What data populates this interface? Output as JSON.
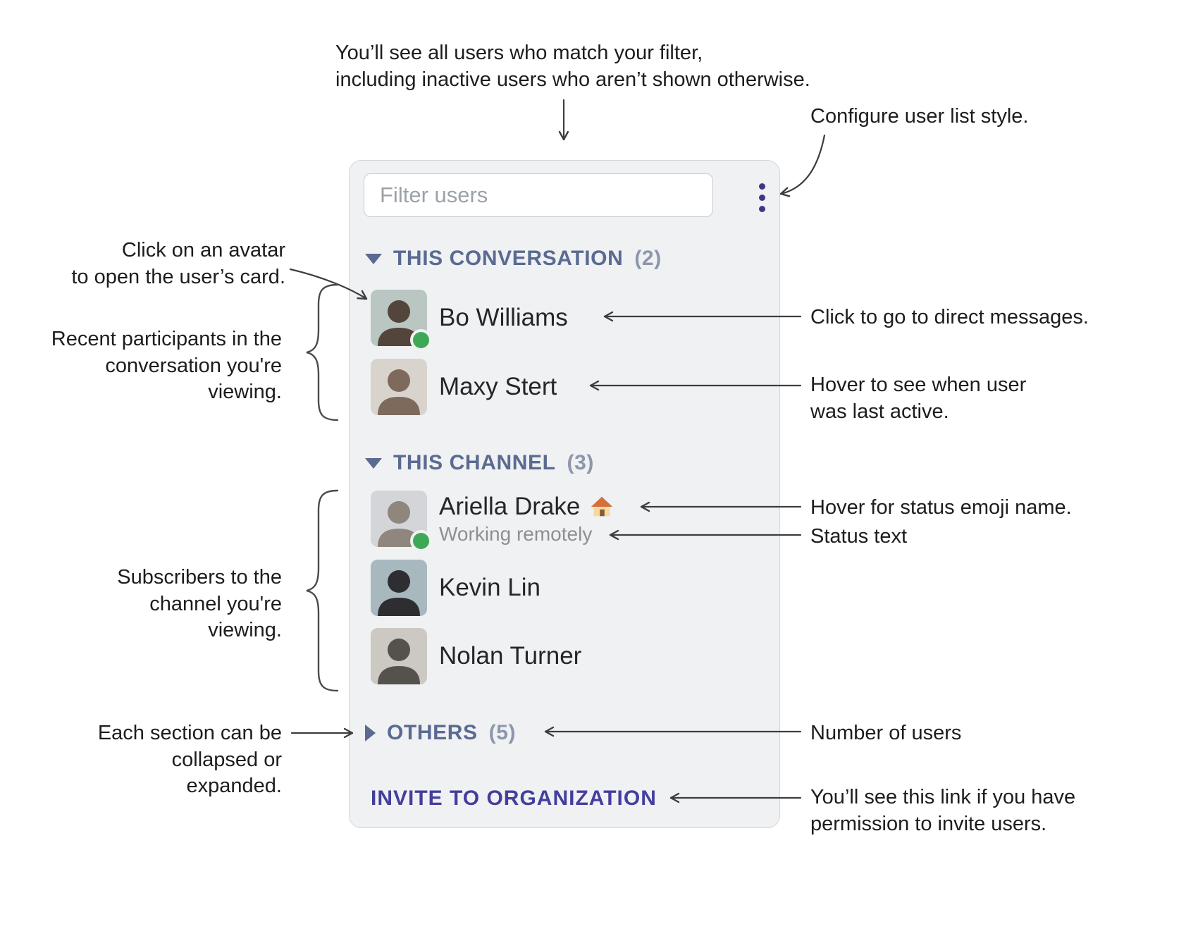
{
  "panel": {
    "filter_placeholder": "Filter users",
    "sections": [
      {
        "label": "THIS CONVERSATION",
        "count": "(2)"
      },
      {
        "label": "THIS CHANNEL",
        "count": "(3)"
      },
      {
        "label": "OTHERS",
        "count": "(5)"
      }
    ],
    "users": [
      {
        "name": "Bo Williams",
        "presence": "online"
      },
      {
        "name": "Maxy Stert",
        "presence": "none"
      },
      {
        "name": "Ariella Drake",
        "presence": "online",
        "status_emoji": "🏠",
        "status_text": "Working remotely"
      },
      {
        "name": "Kevin Lin",
        "presence": "none"
      },
      {
        "name": "Nolan Turner",
        "presence": "none"
      }
    ],
    "invite_link": "INVITE TO ORGANIZATION"
  },
  "annotations": {
    "top_note": {
      "line1": "You’ll see all users who match your filter,",
      "line2": "including inactive users who aren’t shown otherwise."
    },
    "configure_note": "Configure user list style.",
    "avatar_note": {
      "line1": "Click on an avatar",
      "line2": "to open the user’s card."
    },
    "recent_note": {
      "line1": "Recent participants in the",
      "line2": "conversation you're viewing."
    },
    "subscribers_note": {
      "line1": "Subscribers to the",
      "line2": "channel you're viewing."
    },
    "section_note": {
      "line1": "Each section can be",
      "line2": "collapsed or expanded."
    },
    "dm_note": "Click to go to direct messages.",
    "last_active_note": {
      "line1": "Hover to see when user",
      "line2": "was last active."
    },
    "emoji_note": "Hover for status emoji name.",
    "status_note": "Status text",
    "count_note": "Number of users",
    "invite_note": {
      "line1": "You’ll see this link if you have",
      "line2": "permission to invite users."
    }
  },
  "colors": {
    "accent_indigo": "#453e9d",
    "section_header_blue": "#5a6a92",
    "presence_green": "#3fa856"
  }
}
